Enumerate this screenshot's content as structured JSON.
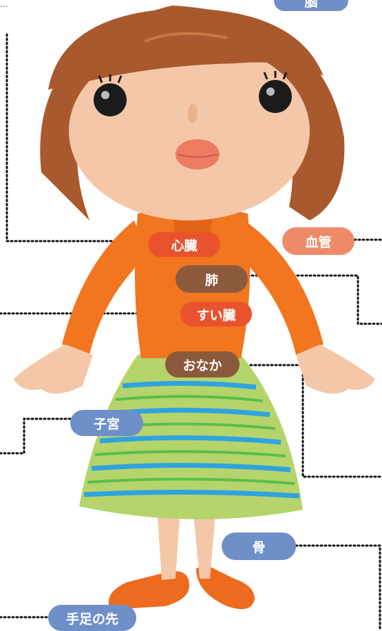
{
  "header_fragment": "…",
  "labels": {
    "brain": "脳",
    "blood_vessel": "血管",
    "heart": "心臓",
    "lung": "肺",
    "pancreas": "すい臓",
    "stomach": "おなか",
    "uterus": "子宮",
    "bone": "骨",
    "extremities": "手足の先"
  },
  "colors": {
    "blue_pill": "#6f8fc9",
    "brown_pill": "#8b5a3c",
    "red_pill": "#e8532e",
    "salmon_pill": "#ee8a68",
    "hair": "#a85a2e",
    "skin": "#f4c7a8",
    "top": "#f2751f",
    "skirt_green": "#b5d46b",
    "skirt_blue": "#2fa3e0",
    "shoes": "#ee6a1e",
    "dotted_line": "#111111"
  }
}
